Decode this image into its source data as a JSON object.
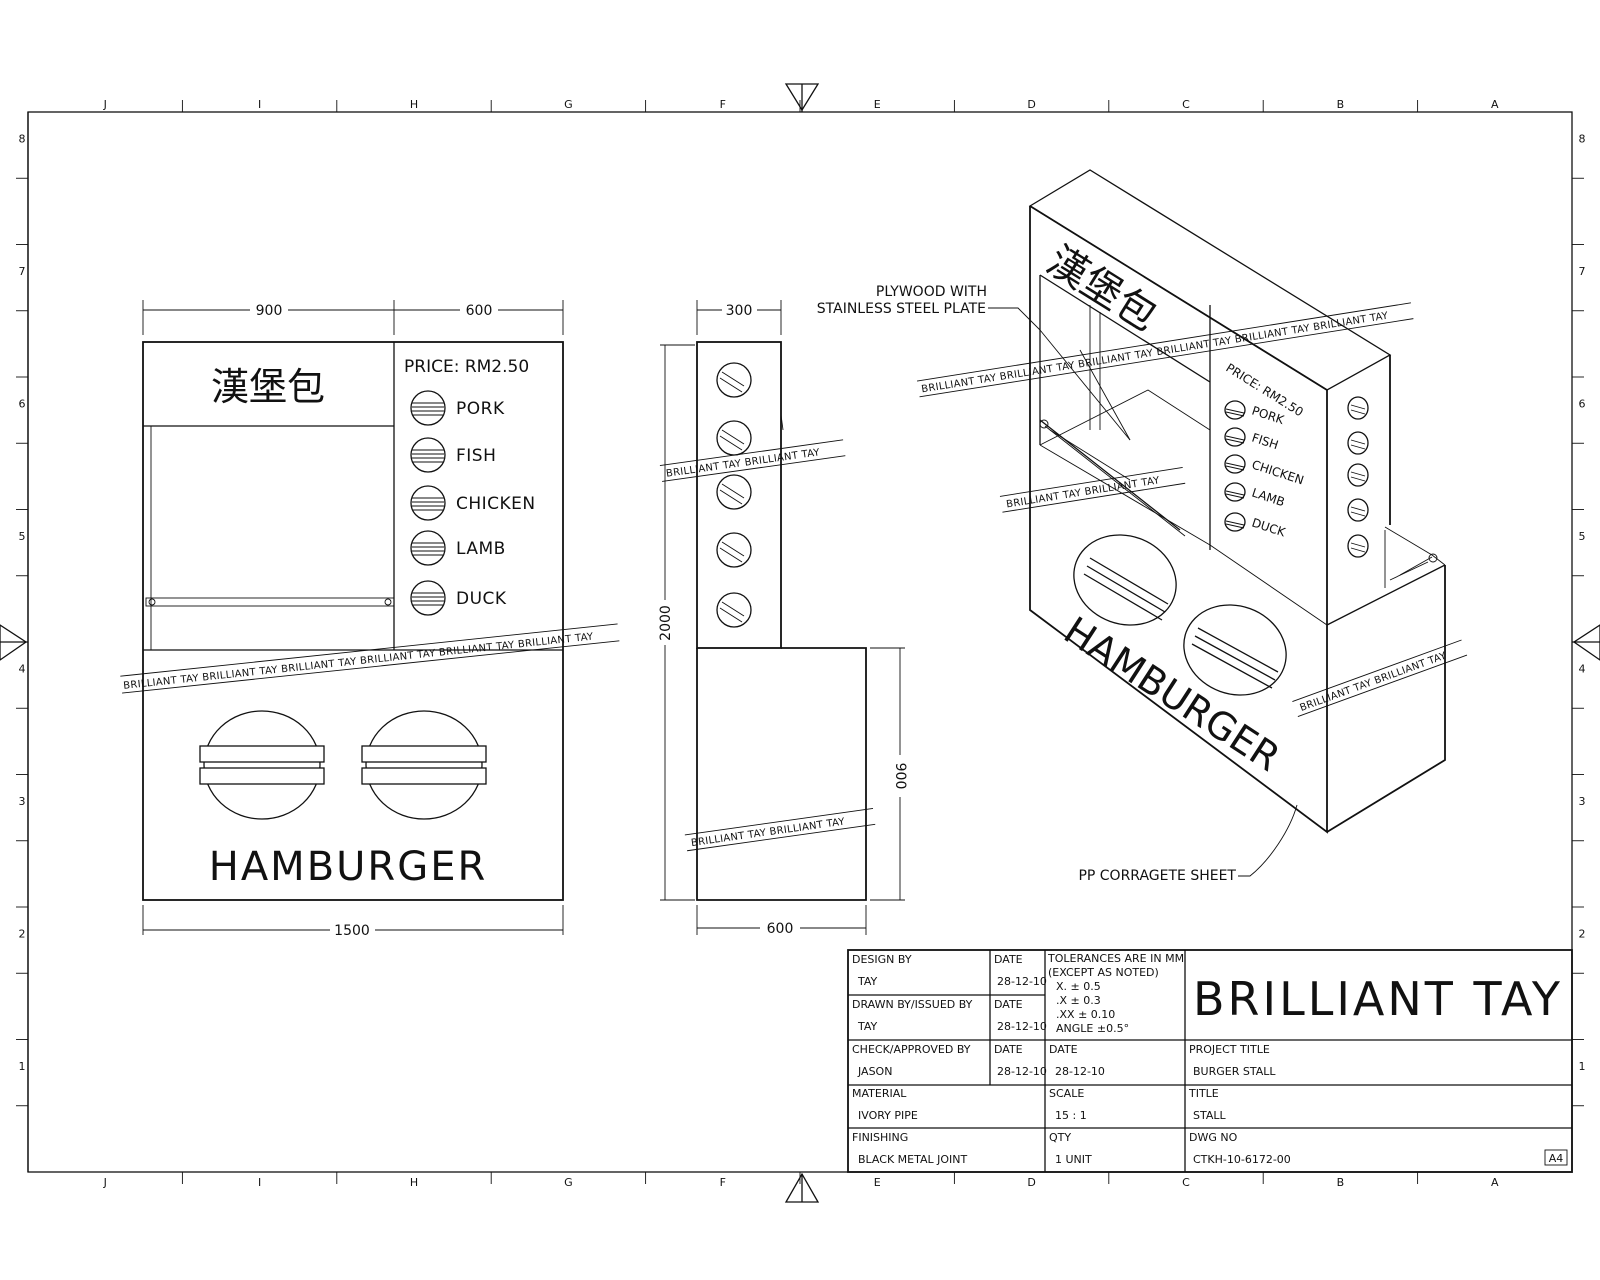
{
  "sheet": {
    "top_grid": [
      "J",
      "I",
      "H",
      "G",
      "F",
      "E",
      "D",
      "C",
      "B",
      "A"
    ],
    "side_grid": [
      "8",
      "7",
      "6",
      "5",
      "4",
      "3",
      "2",
      "1"
    ]
  },
  "front_view": {
    "chinese_title": "漢堡包",
    "price": "PRICE:  RM2.50",
    "menu": [
      "PORK",
      "FISH",
      "CHICKEN",
      "LAMB",
      "DUCK"
    ],
    "hamburger": "HAMBURGER",
    "dim_left": "900",
    "dim_right": "600",
    "dim_bottom": "1500"
  },
  "side_view": {
    "dim_top": "300",
    "dim_height": "2000",
    "dim_lower": "900",
    "dim_bottom": "600"
  },
  "iso_view": {
    "chinese_title": "漢堡包",
    "price": "PRICE:  RM2.50",
    "menu": [
      "PORK",
      "FISH",
      "CHICKEN",
      "LAMB",
      "DUCK"
    ],
    "hamburger": "HAMBURGER",
    "callout_1": "PLYWOOD  WITH",
    "callout_2": "STAINLESS  STEEL  PLATE",
    "callout_3": "PP  CORRAGETE  SHEET"
  },
  "watermarks": {
    "long": "BRILLIANT  TAY  BRILLIANT  TAY  BRILLIANT  TAY  BRILLIANT  TAY  BRILLIANT  TAY  BRILLIANT  TAY",
    "short": "BRILLIANT  TAY  BRILLIANT  TAY",
    "side_top": "BRILLIANT  TAY  BRILLIANT  TAY",
    "side_bottom": "BRILLIANT  TAY  BRILLIANT  TAY",
    "iso_top": "BRILLIANT  TAY  BRILLIANT  TAY  BRILLIANT  TAY  BRILLIANT  TAY  BRILLIANT  TAY  BRILLIANT  TAY",
    "iso_mid": "BRILLIANT  TAY  BRILLIANT  TAY",
    "iso_right": "BRILLIANT  TAY  BRILLIANT  TAY"
  },
  "title_block": {
    "design_by_label": "DESIGN BY",
    "design_by": "TAY",
    "date_label": "DATE",
    "design_date": "28-12-10",
    "drawn_label": "DRAWN BY/ISSUED BY",
    "drawn_by": "TAY",
    "drawn_date": "28-12-10",
    "check_label": "CHECK/APPROVED BY",
    "check_by": "JASON",
    "check_date": "28-12-10",
    "date2_label": "DATE",
    "date2": "28-12-10",
    "tolerance_lines": [
      "TOLERANCES ARE IN MM",
      "(EXCEPT AS NOTED)",
      "X.          ± 0.5",
      ".X          ± 0.3",
      ".XX        ± 0.10",
      "ANGLE    ±0.5°"
    ],
    "company": "BRILLIANT  TAY",
    "project_title_label": "PROJECT TITLE",
    "project_title": "BURGER STALL",
    "material_label": "MATERIAL",
    "material": "IVORY PIPE",
    "scale_label": "SCALE",
    "scale": "15 : 1",
    "title_label": "TITLE",
    "title": "STALL",
    "finishing_label": "FINISHING",
    "finishing": "BLACK METAL JOINT",
    "qty_label": "QTY",
    "qty": "1 UNIT",
    "dwg_label": "DWG NO",
    "dwg_no": "CTKH-10-6172-00",
    "size": "A4"
  }
}
